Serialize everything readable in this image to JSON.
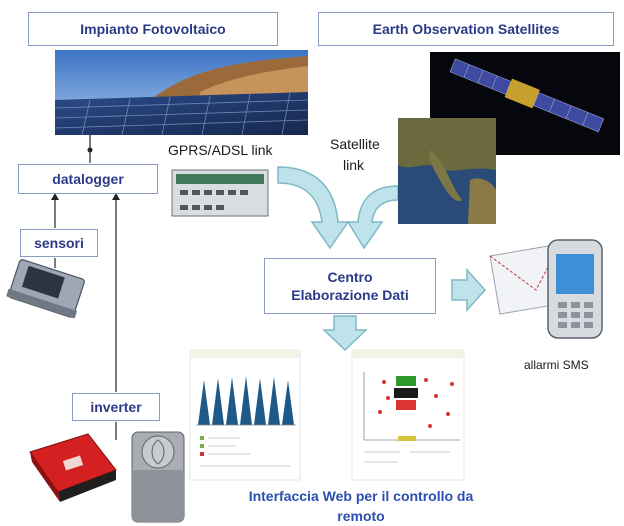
{
  "labels": {
    "plant_title": "Impianto Fotovoltaico",
    "satellites_title": "Earth Observation Satellites",
    "datalogger": "datalogger",
    "sensors": "sensori",
    "inverter": "inverter",
    "gprs_link": "GPRS/ADSL link",
    "satellite_link_1": "Satellite",
    "satellite_link_2": "link",
    "center_1": "Centro",
    "center_2": "Elaborazione Dati",
    "sms_alarms": "allarmi SMS",
    "web_interface_1": "Interfaccia Web per il controllo da",
    "web_interface_2": "remoto"
  },
  "colors": {
    "box_border": "#8a9ac4",
    "box_text": "#2b3a86",
    "arrow_fill": "#bfe3ea",
    "arrow_stroke": "#7fb8c6",
    "web_text": "#2b4fb0"
  }
}
